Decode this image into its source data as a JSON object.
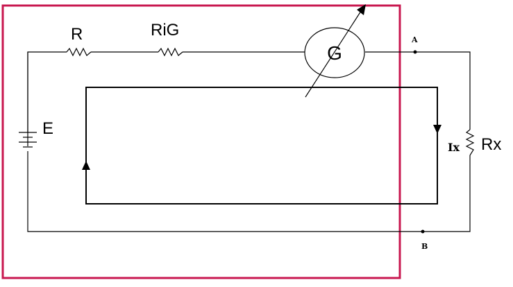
{
  "labels": {
    "resistor_r": "R",
    "resistor_rig": "RiG",
    "galvanometer": "G",
    "battery": "E",
    "node_a": "A",
    "node_b": "B",
    "current": "Ix",
    "resistor_rx": "Rx"
  },
  "colors": {
    "highlight_frame": "#c8174f",
    "wire": "#000000"
  }
}
